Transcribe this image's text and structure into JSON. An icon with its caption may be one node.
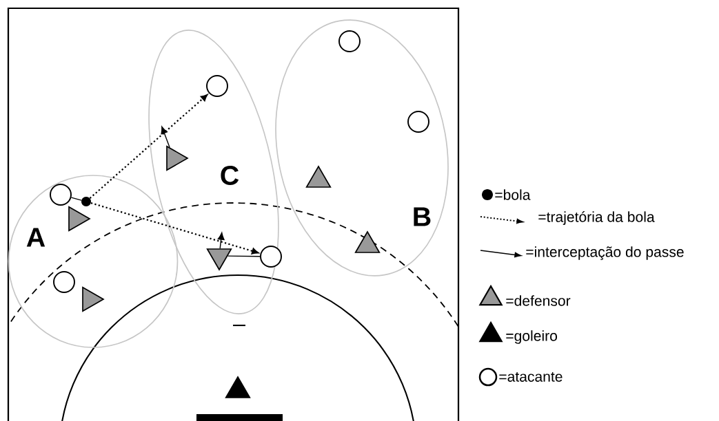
{
  "diagram": {
    "nodes": [
      {
        "text": [
          "A"
        ]
      },
      {
        "text": [
          "C"
        ]
      },
      {
        "text": [
          "B"
        ]
      },
      {
        "text": [],
        "shape": "circle",
        "in": 2
      },
      {
        "text": [],
        "shape": "circle",
        "in": 1
      },
      {
        "text": [],
        "shape": "circle",
        "in": 2
      },
      {
        "text": [],
        "shape": "triangle",
        "in": 1
      },
      {
        "text": [],
        "shape": "triangle",
        "in": 2
      },
      {
        "text": [],
        "shape": "circle",
        "in": 0
      },
      {
        "text": [],
        "shape": "dot",
        "in": 0
      },
      {
        "text": [],
        "shape": "triangle",
        "in": 0
      },
      {
        "text": [],
        "shape": "triangle",
        "in": 1
      },
      {
        "text": [],
        "shape": "circle",
        "in": 1
      },
      {
        "text": [],
        "shape": "triangle",
        "in": 2
      },
      {
        "text": [],
        "shape": "circle",
        "in": 0
      },
      {
        "text": [],
        "shape": "triangle",
        "in": 0
      },
      {
        "text": [],
        "shape": "triangle"
      }
    ],
    "edges": [
      {
        "from": 9,
        "to": 4,
        "arrow": "to",
        "style": "dashed"
      },
      {
        "from": 9,
        "to": 12,
        "arrow": "to",
        "style": "dashed"
      },
      {
        "from": 6,
        "to": null,
        "arrow": "to"
      },
      {
        "from": 11,
        "to": null,
        "arrow": "to"
      },
      {
        "from": 8,
        "to": 9,
        "arrow": "none"
      },
      {
        "from": 11,
        "to": 12,
        "arrow": "none"
      }
    ],
    "legend": [
      {
        "text": "=bola"
      },
      {
        "text": "=trajetória da bola"
      },
      {
        "text": "=interceptação do passe"
      },
      {
        "text": "=defensor"
      },
      {
        "text": "=goleiro"
      },
      {
        "text": "=atacante"
      }
    ]
  }
}
